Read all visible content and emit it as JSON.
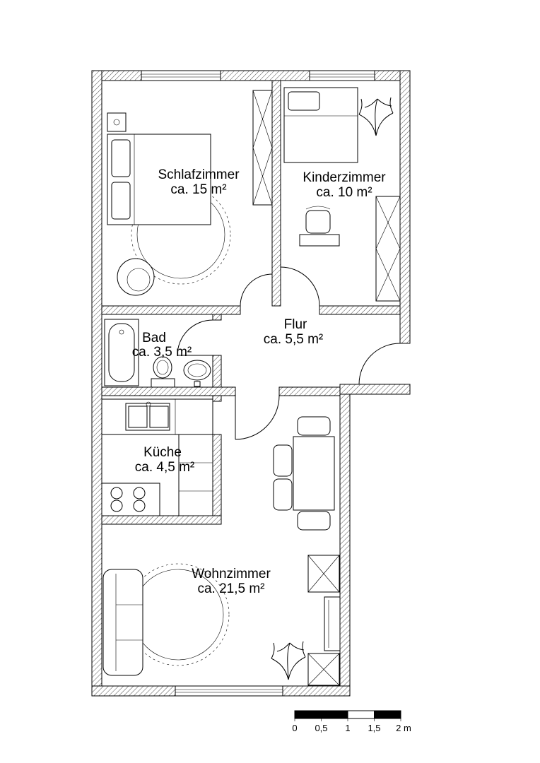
{
  "page": {
    "background": "#ffffff"
  },
  "floorplan": {
    "rooms": [
      {
        "name": "Schlafzimmer",
        "area": "ca. 15 m²"
      },
      {
        "name": "Kinderzimmer",
        "area": "ca. 10 m²"
      },
      {
        "name": "Bad",
        "area": "ca. 3,5 m²"
      },
      {
        "name": "Flur",
        "area": "ca. 5,5 m²"
      },
      {
        "name": "Küche",
        "area": "ca. 4,5 m²"
      },
      {
        "name": "Wohnzimmer",
        "area": "ca. 21,5 m²"
      }
    ],
    "furniture": {
      "schlafzimmer": [
        "double-bed",
        "nightstand",
        "wardrobe",
        "round-rug",
        "armchair"
      ],
      "kinderzimmer": [
        "single-bed",
        "desk",
        "desk-chair",
        "wardrobe",
        "plant"
      ],
      "bad": [
        "bathtub",
        "toilet",
        "sink"
      ],
      "kueche": [
        "kitchen-counter",
        "kitchen-sink",
        "stove"
      ],
      "wohnzimmer": [
        "dining-table",
        "dining-chairs",
        "sofa",
        "round-rug",
        "shelf",
        "sideboard",
        "plant"
      ]
    },
    "scale_bar": {
      "labels": [
        "0",
        "0,5",
        "1",
        "1,5",
        "2 m"
      ]
    },
    "colors": {
      "wall_outline": "#000000",
      "background": "#ffffff"
    }
  }
}
